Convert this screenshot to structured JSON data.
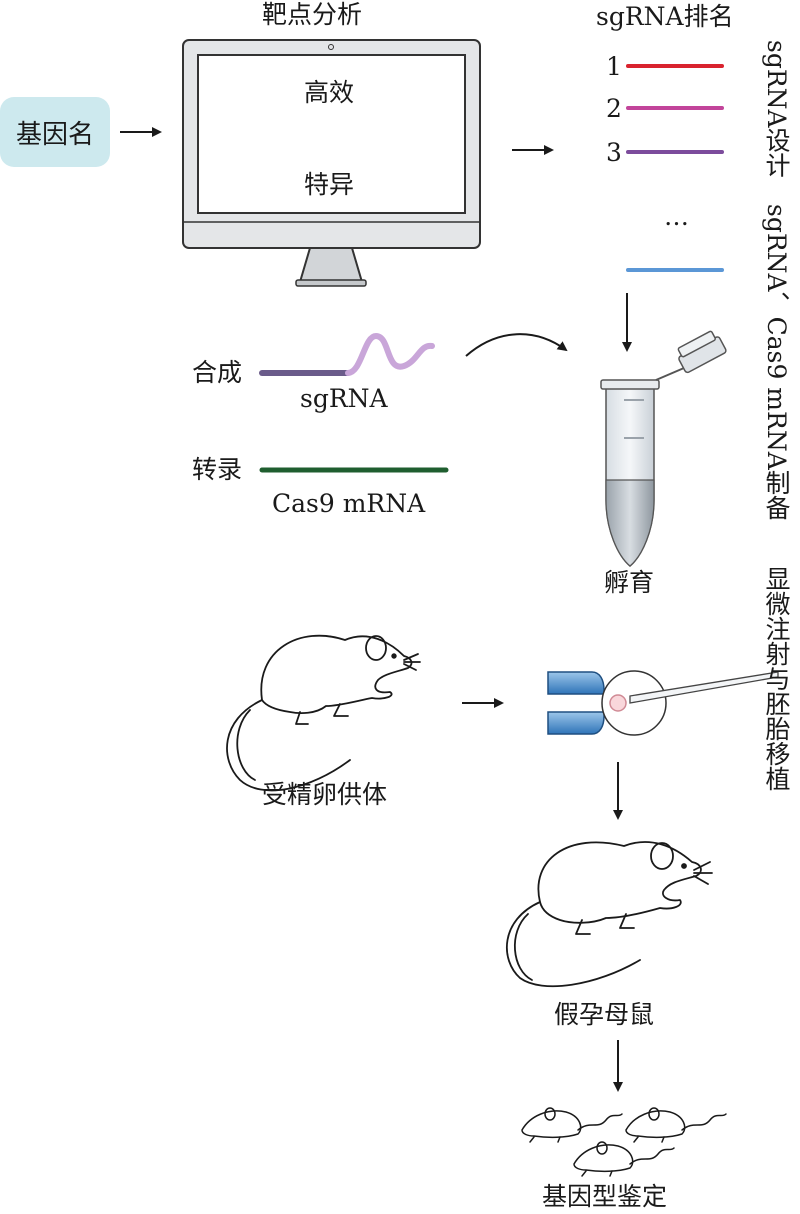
{
  "labels": {
    "target_analysis": "靶点分析",
    "gene_name": "基因名",
    "efficient": "高效",
    "specific": "特异",
    "sgrna_ranking": "sgRNA排名",
    "rank_1": "1",
    "rank_2": "2",
    "rank_3": "3",
    "ellipsis": "…",
    "side_design": "sgRNA设计",
    "side_prep": "sgRNA、Cas9 mRNA制备",
    "side_inject": "显微注射与胚胎移植",
    "synthesis": "合成",
    "sgrna": "sgRNA",
    "transcription": "转录",
    "cas9_mrna": "Cas9 mRNA",
    "incubation": "孵育",
    "donor": "受精卵供体",
    "pseudo_mother": "假孕母鼠",
    "genotyping": "基因型鉴定"
  },
  "colors": {
    "rank_1": "#d9232e",
    "rank_2": "#c2449a",
    "rank_3": "#7c4c9c",
    "rank_last": "#5b97d6",
    "sgrna_dark": "#6a5b8a",
    "sgrna_light": "#c9a6d9",
    "cas9": "#1f5e2f",
    "gene_box": "#cde9ee",
    "pipette": "#3f86c7"
  }
}
